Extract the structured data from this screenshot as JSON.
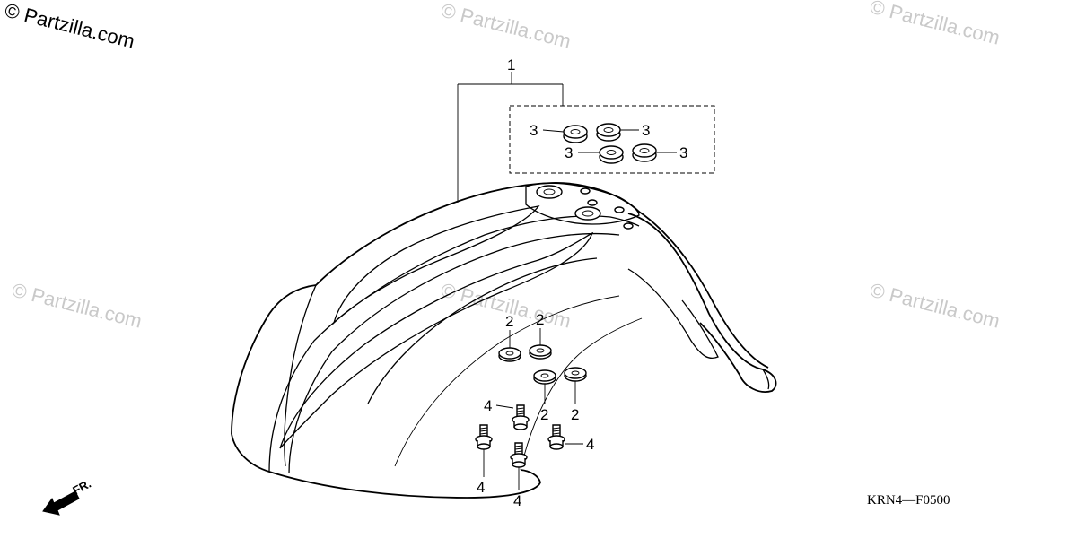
{
  "copyright": "© Partzilla.com",
  "watermark": "© Partzilla.com",
  "diagram_code": "KRN4—F0500",
  "front_indicator": "FR.",
  "callouts": {
    "assembly": "1",
    "grommet_a": "3",
    "grommet_b": "3",
    "grommet_c": "3",
    "grommet_d": "3",
    "washer_a": "2",
    "washer_b": "2",
    "washer_c": "2",
    "washer_d": "2",
    "bolt_a": "4",
    "bolt_b": "4",
    "bolt_c": "4",
    "bolt_d": "4"
  },
  "parts": [
    {
      "ref": "1",
      "name": "front-fender"
    },
    {
      "ref": "2",
      "name": "washer"
    },
    {
      "ref": "3",
      "name": "grommet"
    },
    {
      "ref": "4",
      "name": "bolt"
    }
  ]
}
